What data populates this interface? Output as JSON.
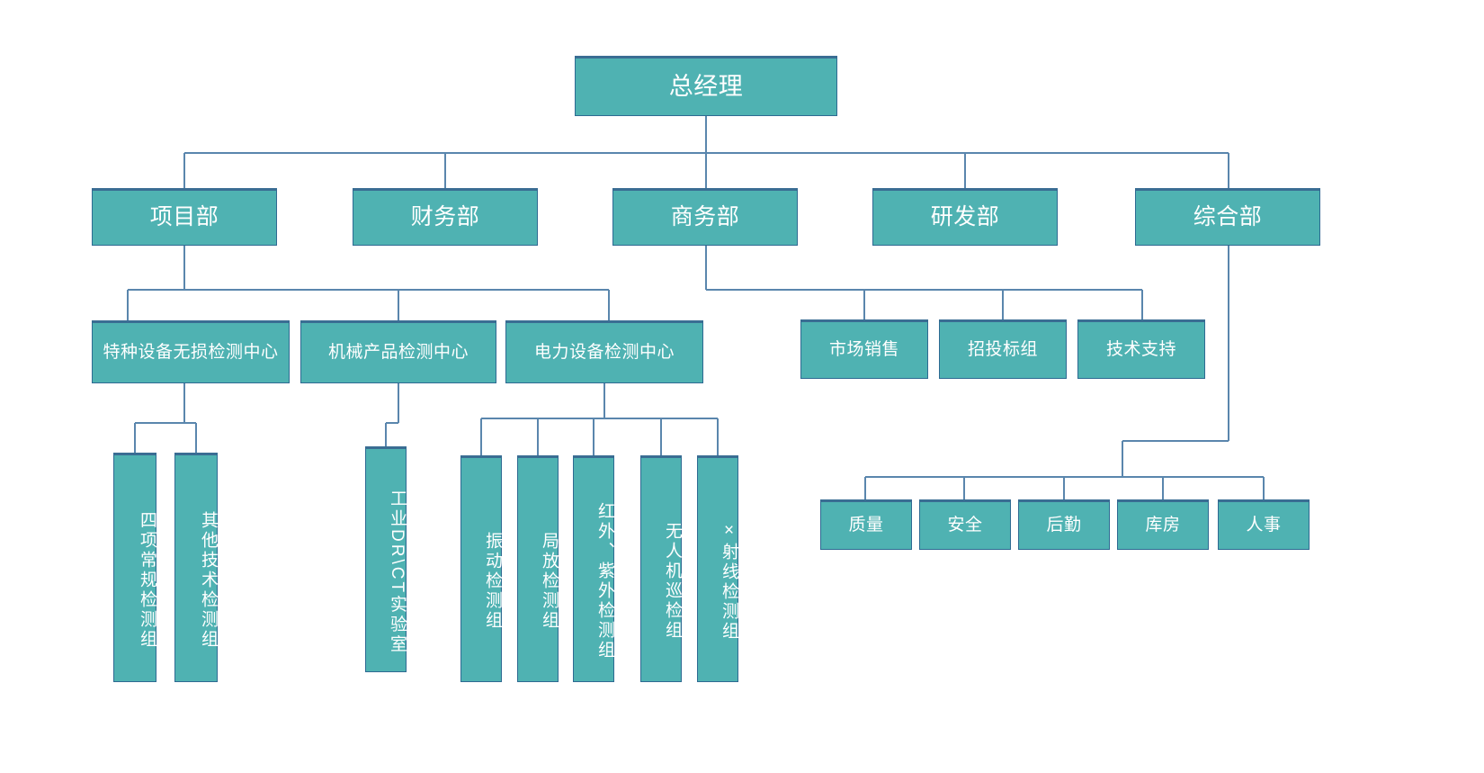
{
  "diagram": {
    "type": "organization-chart",
    "title": "",
    "colors": {
      "node_fill": "#4fb2b2",
      "node_border": "#2e6a92",
      "node_top_border": "#3a6d93",
      "connector": "#5a86ad",
      "text": "#ffffff",
      "background": "#ffffff"
    },
    "levels": [
      {
        "level": 1,
        "nodes": [
          {
            "id": "gm",
            "label": "总经理"
          }
        ]
      },
      {
        "level": 2,
        "nodes": [
          {
            "id": "project",
            "label": "项目部",
            "parent": "gm"
          },
          {
            "id": "finance",
            "label": "财务部",
            "parent": "gm"
          },
          {
            "id": "business",
            "label": "商务部",
            "parent": "gm"
          },
          {
            "id": "rnd",
            "label": "研发部",
            "parent": "gm"
          },
          {
            "id": "general",
            "label": "综合部",
            "parent": "gm"
          }
        ]
      },
      {
        "level": 3,
        "nodes": [
          {
            "id": "special-eq",
            "label": "特种设备无损检测中心",
            "parent": "project"
          },
          {
            "id": "mech-prod",
            "label": "机械产品检测中心",
            "parent": "project"
          },
          {
            "id": "power-eq",
            "label": "电力设备检测中心",
            "parent": "project"
          },
          {
            "id": "market-sales",
            "label": "市场销售",
            "parent": "business"
          },
          {
            "id": "bidding",
            "label": "招投标组",
            "parent": "business"
          },
          {
            "id": "tech-support",
            "label": "技术支持",
            "parent": "business"
          }
        ]
      },
      {
        "level": 4,
        "nodes": [
          {
            "id": "four-routine",
            "label": "四项常规检测组",
            "parent": "special-eq",
            "orientation": "vertical"
          },
          {
            "id": "other-tech",
            "label": "其他技术检测组",
            "parent": "special-eq",
            "orientation": "vertical"
          },
          {
            "id": "drct-lab",
            "label": "工业DR\\CT实验室",
            "parent": "mech-prod",
            "orientation": "vertical"
          },
          {
            "id": "vibration",
            "label": "振动检测组",
            "parent": "power-eq",
            "orientation": "vertical"
          },
          {
            "id": "partial-discharge",
            "label": "局放检测组",
            "parent": "power-eq",
            "orientation": "vertical"
          },
          {
            "id": "ir-uv",
            "label": "红外、紫外检测组",
            "parent": "power-eq",
            "orientation": "vertical"
          },
          {
            "id": "uav-patrol",
            "label": "无人机巡检组",
            "parent": "power-eq",
            "orientation": "vertical"
          },
          {
            "id": "xray",
            "label": "×射线检测组",
            "parent": "power-eq",
            "orientation": "vertical"
          },
          {
            "id": "quality",
            "label": "质量",
            "parent": "general"
          },
          {
            "id": "safety",
            "label": "安全",
            "parent": "general"
          },
          {
            "id": "logistics",
            "label": "后勤",
            "parent": "general"
          },
          {
            "id": "warehouse",
            "label": "库房",
            "parent": "general"
          },
          {
            "id": "hr",
            "label": "人事",
            "parent": "general"
          }
        ]
      }
    ]
  }
}
